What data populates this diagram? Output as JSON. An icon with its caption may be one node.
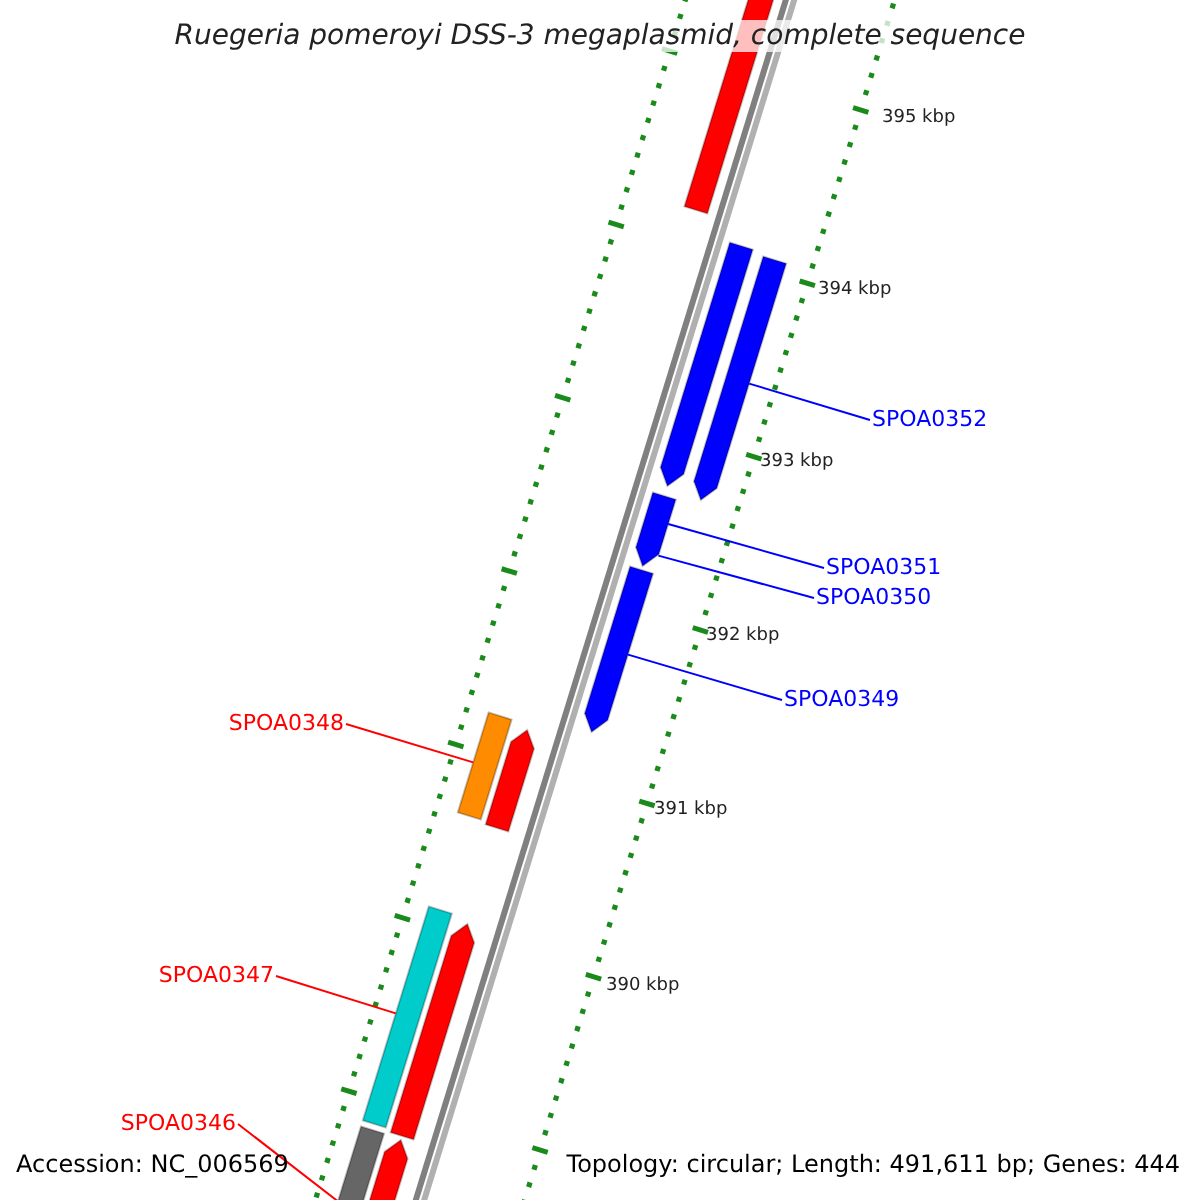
{
  "diagram": {
    "title": "Ruegeria pomeroyi DSS-3 megaplasmid, complete sequence",
    "nodes": [
      {
        "text": [
          "SPOA0352"
        ]
      },
      {
        "text": [
          "SPOA0351"
        ]
      },
      {
        "text": [
          "SPOA0350"
        ]
      },
      {
        "text": [
          "SPOA0349"
        ]
      },
      {
        "text": [
          "SPOA0348"
        ]
      },
      {
        "text": [
          "SPOA0347"
        ]
      },
      {
        "text": [
          "SPOA0346"
        ]
      },
      {
        "text": [],
        "shape": "bar"
      },
      {
        "text": [],
        "shape": "bar"
      },
      {
        "text": [],
        "shape": "bar"
      },
      {
        "text": [],
        "shape": "bar"
      },
      {
        "text": [],
        "shape": "bar"
      },
      {
        "text": [],
        "shape": "bar"
      },
      {
        "text": [],
        "shape": "bar"
      },
      {
        "text": [],
        "shape": "bar"
      },
      {
        "text": [],
        "shape": "bar"
      },
      {
        "text": [],
        "shape": "bar"
      },
      {
        "text": [],
        "shape": "bar"
      }
    ],
    "edges": [
      {
        "from": 0,
        "to": 9,
        "arrow": "none"
      },
      {
        "from": 1,
        "to": 10,
        "arrow": "none"
      },
      {
        "from": 2,
        "to": 10,
        "arrow": "none"
      },
      {
        "from": 3,
        "to": 11,
        "arrow": "none"
      },
      {
        "from": 4,
        "to": 12,
        "arrow": "none",
        "color": "#ff0000"
      },
      {
        "from": 5,
        "to": 14,
        "arrow": "none",
        "color": "#ff0000"
      },
      {
        "from": 6,
        "to": 16,
        "arrow": "none",
        "color": "#ff0000"
      }
    ],
    "labels": [
      "395 kbp",
      "394 kbp",
      "393 kbp",
      "392 kbp",
      "391 kbp",
      "390 kbp",
      "Accession: NC_006569",
      "Topology: circular; Length: 491,611 bp; Genes: 444"
    ]
  }
}
